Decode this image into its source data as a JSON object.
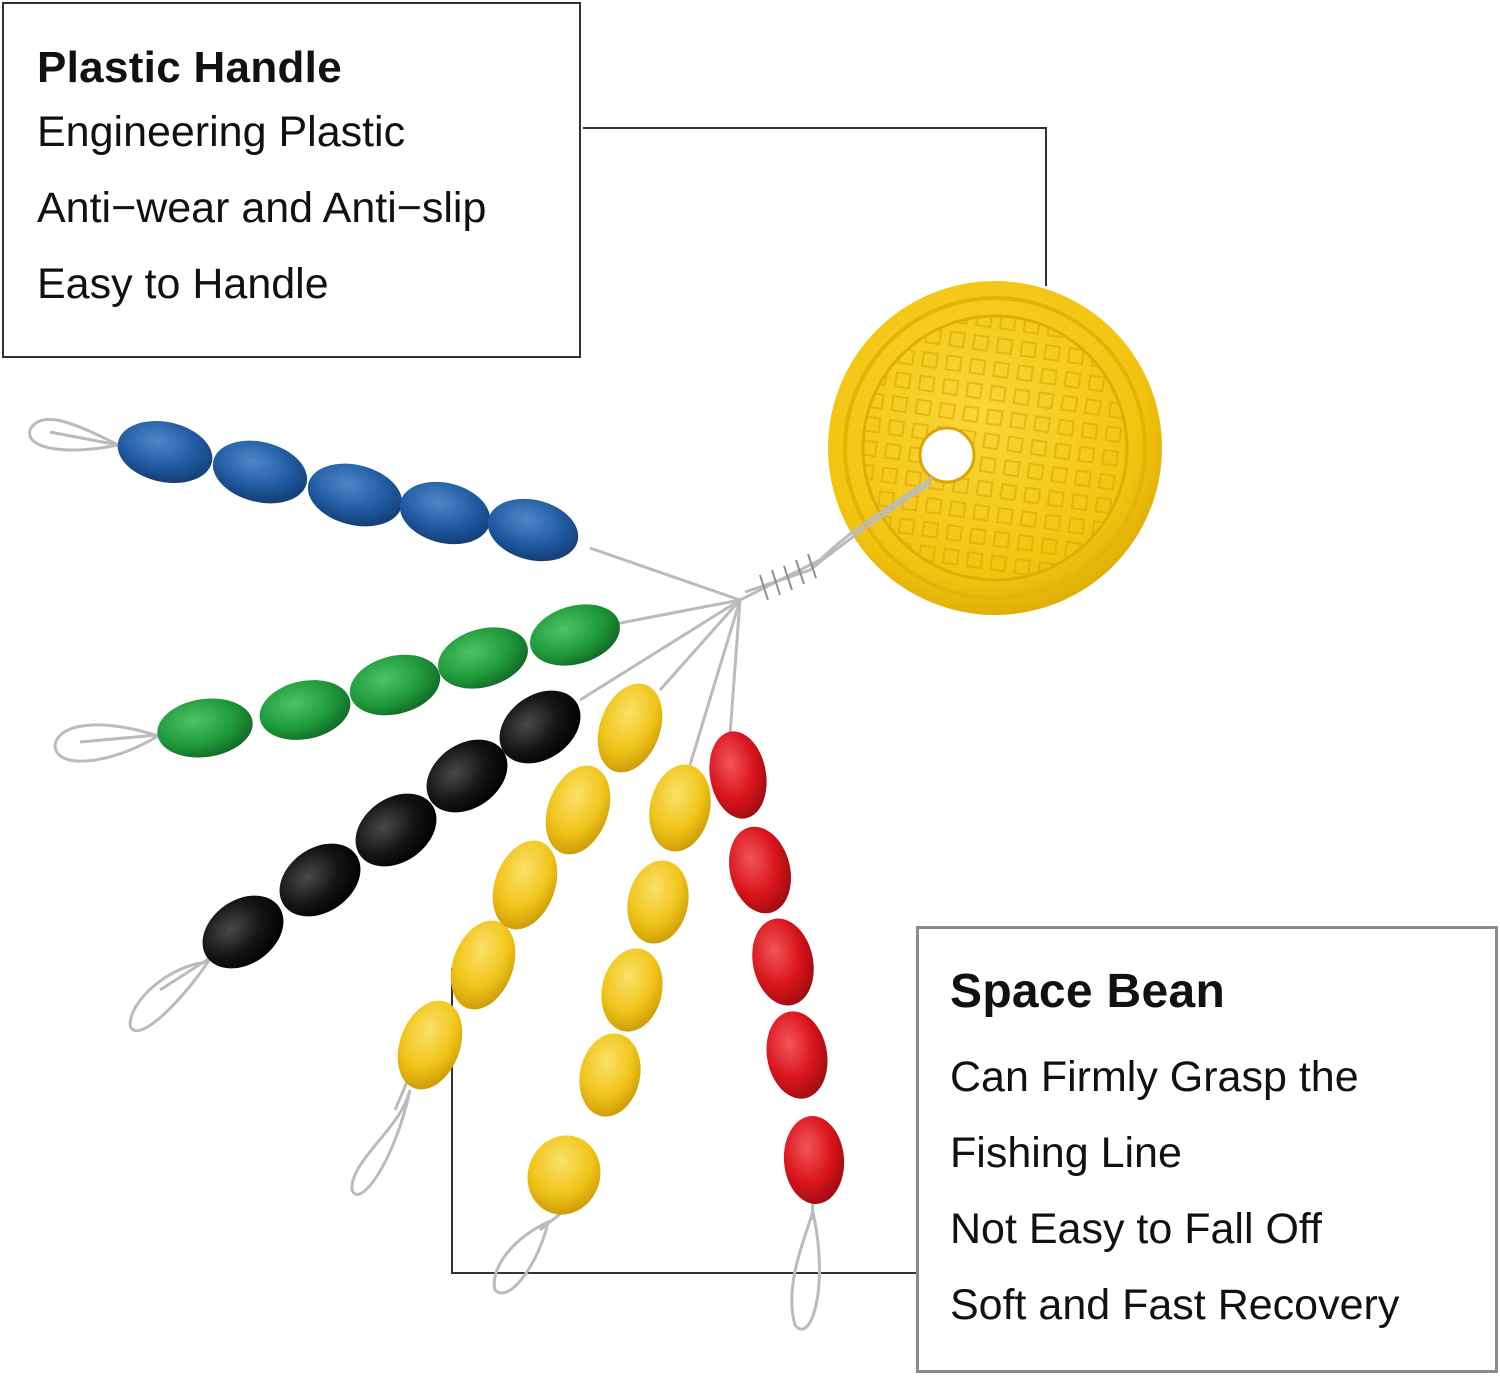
{
  "plastic_handle": {
    "title": "Plastic Handle",
    "features": [
      "Engineering Plastic",
      "Anti−wear and Anti−slip",
      "Easy to Handle"
    ]
  },
  "space_bean": {
    "title": "Space Bean",
    "features": [
      "Can Firmly Grasp the",
      "Fishing Line",
      "Not Easy to Fall Off",
      "Soft and Fast Recovery"
    ]
  },
  "colors": {
    "handle_yellow": "#f2c40f",
    "blue_bead": "#1f5aa0",
    "green_bead": "#1f9a3a",
    "black_bead": "#141414",
    "yellow_bead": "#f0c419",
    "red_bead": "#d8141b",
    "wire": "#b9bcbf"
  },
  "icons": {
    "handle": "round-yellow-plastic-disc-icon",
    "beads": "oval-space-bean-icon"
  }
}
